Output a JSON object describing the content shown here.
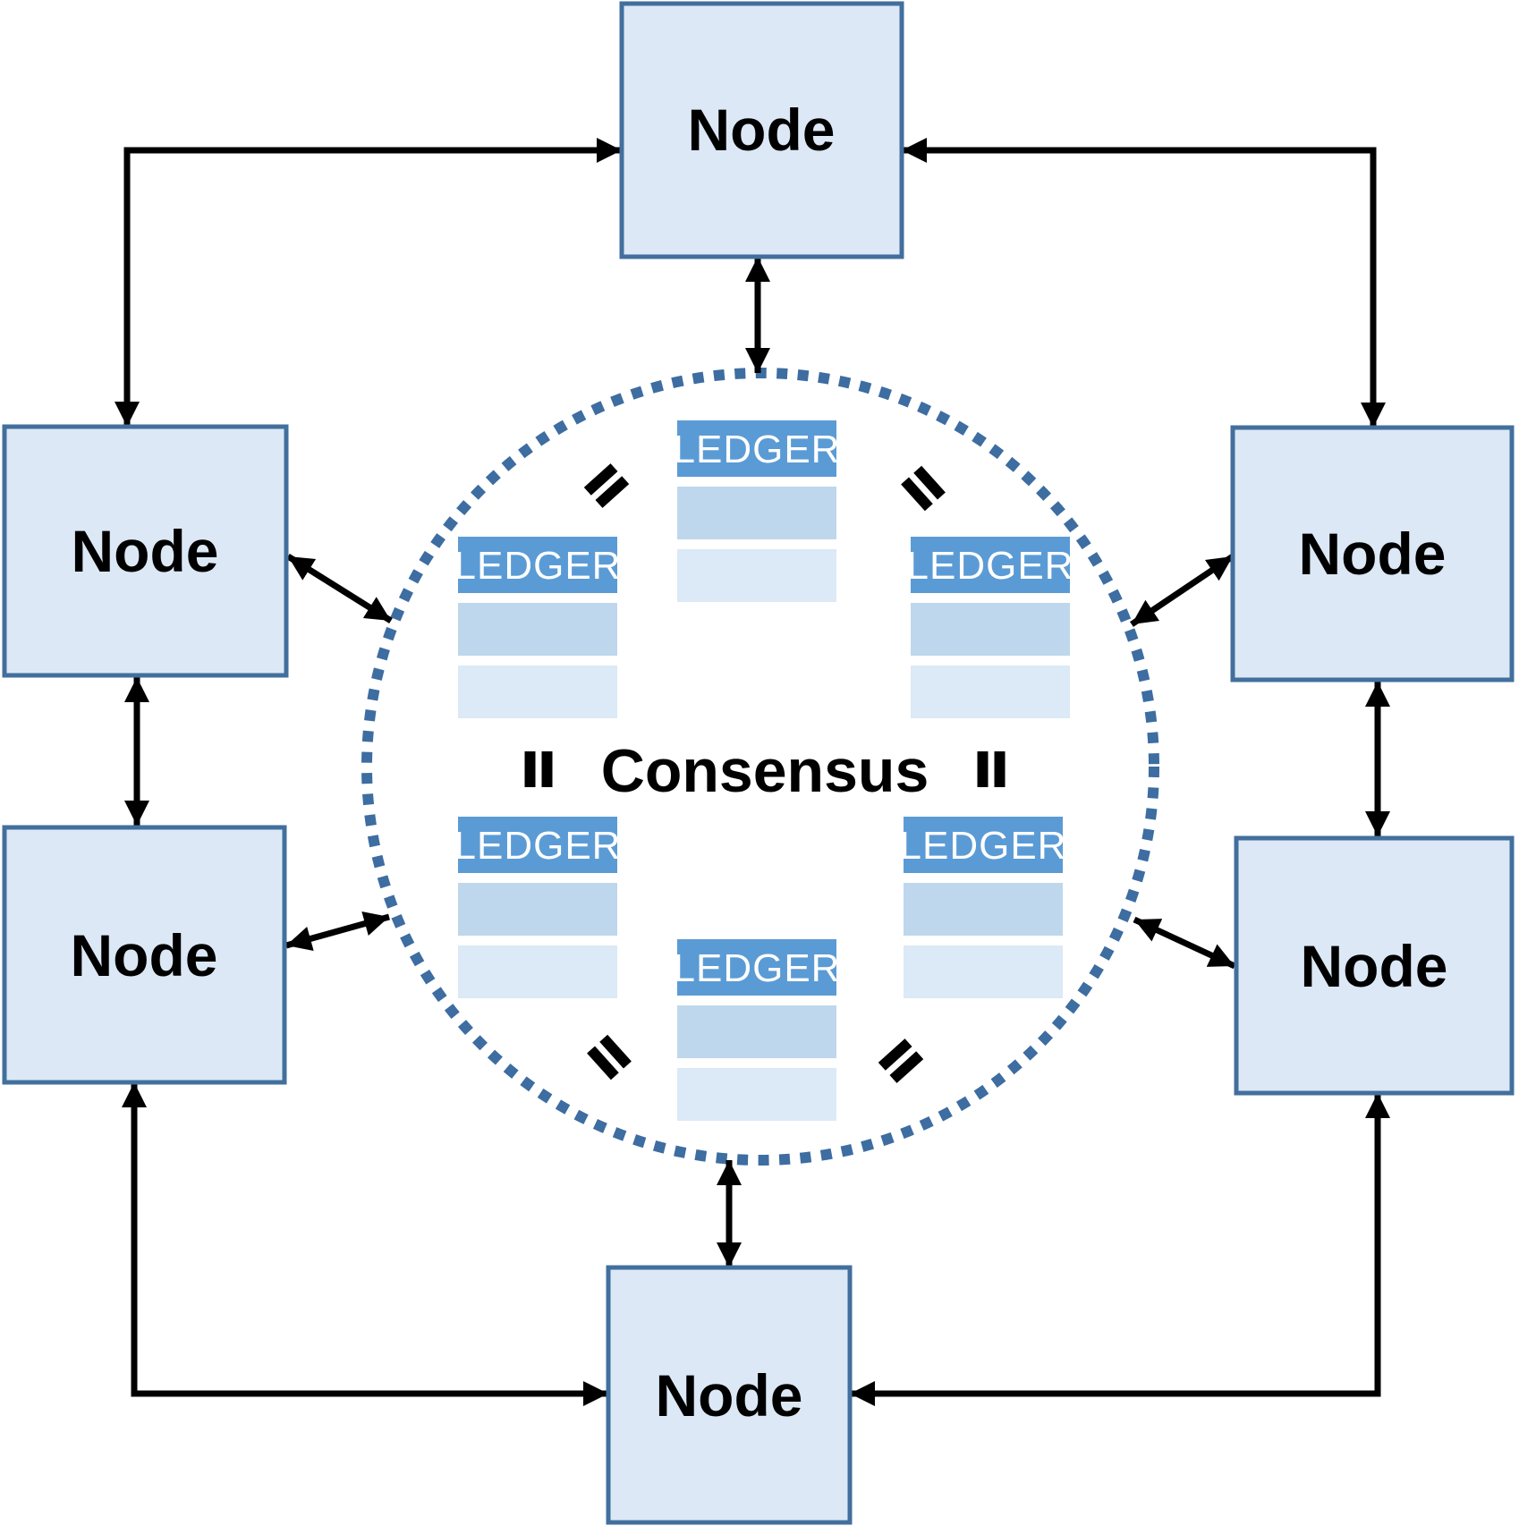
{
  "consensus": {
    "label": "Consensus"
  },
  "nodes": [
    {
      "id": "top",
      "label": "Node"
    },
    {
      "id": "left-upper",
      "label": "Node"
    },
    {
      "id": "left-lower",
      "label": "Node"
    },
    {
      "id": "right-upper",
      "label": "Node"
    },
    {
      "id": "right-lower",
      "label": "Node"
    },
    {
      "id": "bottom",
      "label": "Node"
    }
  ],
  "ledgers": [
    {
      "id": "top",
      "label": "LEDGER"
    },
    {
      "id": "upper-left",
      "label": "LEDGER"
    },
    {
      "id": "upper-right",
      "label": "LEDGER"
    },
    {
      "id": "lower-left",
      "label": "LEDGER"
    },
    {
      "id": "lower-right",
      "label": "LEDGER"
    },
    {
      "id": "bottom",
      "label": "LEDGER"
    }
  ],
  "equals_marks": [
    {
      "id": "top-left",
      "symbol": "="
    },
    {
      "id": "top-right",
      "symbol": "="
    },
    {
      "id": "middle-left",
      "symbol": "="
    },
    {
      "id": "middle-right",
      "symbol": "="
    },
    {
      "id": "bottom-left",
      "symbol": "="
    },
    {
      "id": "bottom-right",
      "symbol": "="
    }
  ],
  "colors": {
    "background": "#ffffff",
    "node_fill": "#dce8f5",
    "node_border": "#426f9d",
    "ledger_header": "#5b9bd5",
    "ledger_row_mid": "#bed7ec",
    "ledger_row_light": "#dce9f6",
    "ledger_text": "#ffffff",
    "circle_dots": "#3d6da1",
    "arrow": "#000000",
    "label_text": "#000000"
  }
}
